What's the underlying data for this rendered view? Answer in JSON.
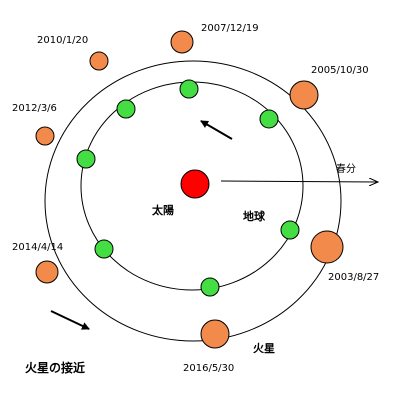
{
  "diagram": {
    "title": "火星の接近",
    "sun_label": "太陽",
    "earth_label": "地球",
    "mars_label": "火星",
    "equinox_label": "春分",
    "colors": {
      "sun": "#ff0000",
      "earth": "#44dd44",
      "mars": "#f28a4c",
      "orbit": "#000000"
    },
    "approach_dates": [
      "2003/8/27",
      "2005/10/30",
      "2007/12/19",
      "2010/1/20",
      "2012/3/6",
      "2014/4/14",
      "2016/5/30"
    ]
  }
}
